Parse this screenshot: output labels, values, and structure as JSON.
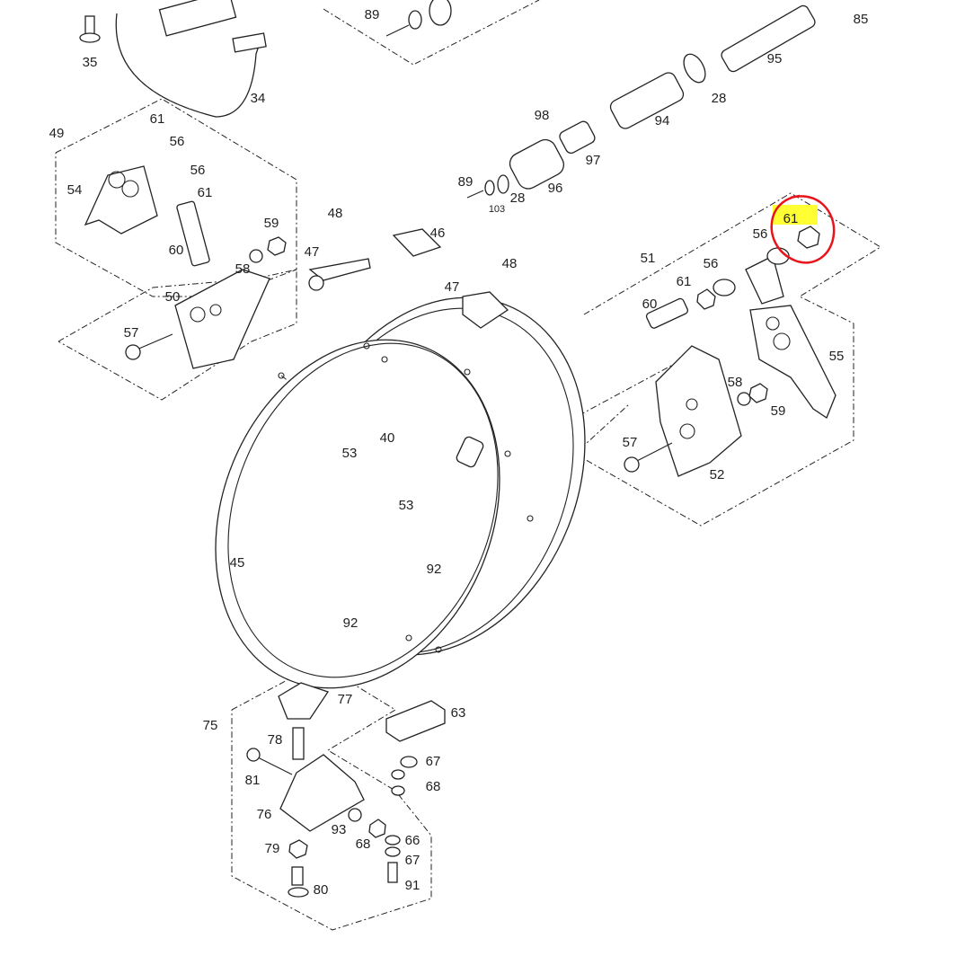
{
  "diagram": {
    "type": "exploded-parts-diagram",
    "highlight": {
      "label": "61",
      "highlight_color": "#ffff33",
      "circle_color": "#e8141c"
    },
    "labels": [
      "35",
      "34",
      "89",
      "85",
      "95",
      "28",
      "94",
      "98",
      "97",
      "96",
      "89",
      "103",
      "28",
      "49",
      "61",
      "56",
      "56",
      "61",
      "54",
      "60",
      "58",
      "59",
      "48",
      "46",
      "47",
      "47",
      "48",
      "50",
      "57",
      "61",
      "56",
      "51",
      "56",
      "61",
      "60",
      "55",
      "58",
      "59",
      "57",
      "52",
      "53",
      "40",
      "53",
      "45",
      "92",
      "92",
      "77",
      "75",
      "63",
      "78",
      "67",
      "81",
      "68",
      "76",
      "93",
      "68",
      "66",
      "79",
      "67",
      "80",
      "91"
    ]
  }
}
